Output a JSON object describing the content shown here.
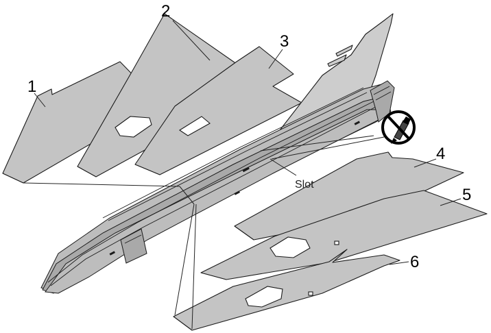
{
  "callouts": {
    "part_1": "1",
    "part_2": "2",
    "part_3": "3",
    "part_4": "4",
    "part_5": "5",
    "part_6": "6"
  },
  "slot_label": "Slot",
  "symbols": {
    "no_glue": "no-glue-icon"
  }
}
